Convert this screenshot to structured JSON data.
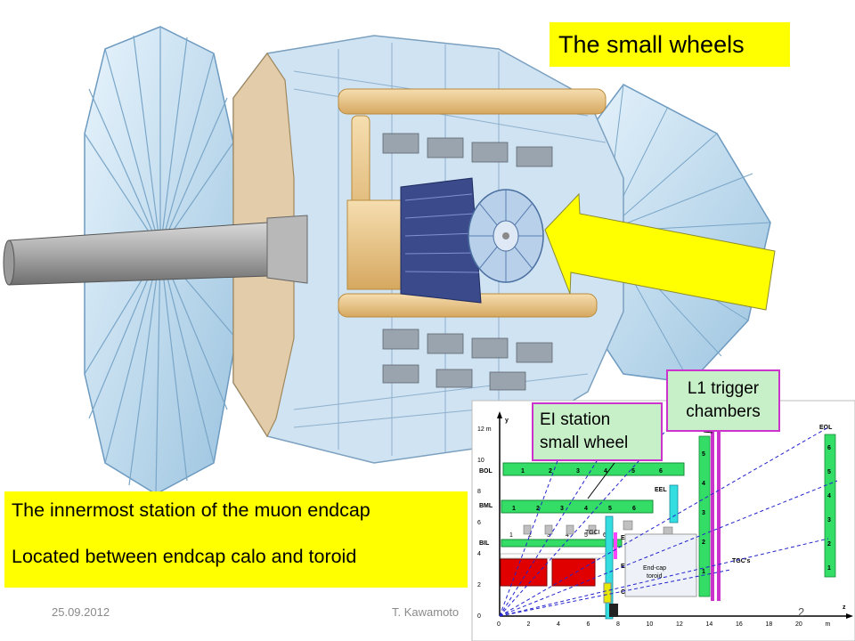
{
  "title": "The small wheels",
  "caption": {
    "line1": "The innermost station of the muon endcap",
    "line2": "Located between endcap calo and toroid"
  },
  "callouts": {
    "ei_station": {
      "line1": "EI station",
      "line2": "small wheel"
    },
    "l1_trigger": {
      "line1": "L1 trigger",
      "line2": "chambers"
    }
  },
  "footer": {
    "date": "25.09.2012",
    "author": "T. Kawamoto",
    "page": "2"
  },
  "layout_diagram": {
    "y_axis_label": "y",
    "z_axis_label": "z",
    "y_ticks": [
      "12 m",
      "10",
      "8",
      "6",
      "4",
      "2",
      "0"
    ],
    "z_ticks": [
      "0",
      "2",
      "4",
      "6",
      "8",
      "10",
      "12",
      "14",
      "16",
      "18",
      "20",
      "m"
    ],
    "stations": {
      "bol": "BOL",
      "bml": "BML",
      "bil": "BIL",
      "eel": "EEL",
      "eil4": "EIL4",
      "eil": "EIL",
      "eol": "EOL",
      "tgci": "TGCI"
    },
    "other_labels": {
      "endcap_toroid_1": "End-cap",
      "endcap_toroid_2": "toroid",
      "tgcs": "TGC's",
      "cscs": "CSC's"
    },
    "barrel_numbers": [
      "1",
      "2",
      "3",
      "4",
      "5",
      "6"
    ],
    "eol_numbers": [
      "1",
      "2",
      "3",
      "4",
      "5",
      "6"
    ],
    "middle_numbers": [
      "1",
      "2",
      "3",
      "4",
      "5"
    ]
  },
  "colors": {
    "highlight": "#ffff00",
    "callout_fill": "#c8f0c8",
    "callout_border": "#cc33cc",
    "chamber_green": "#33dd66"
  }
}
